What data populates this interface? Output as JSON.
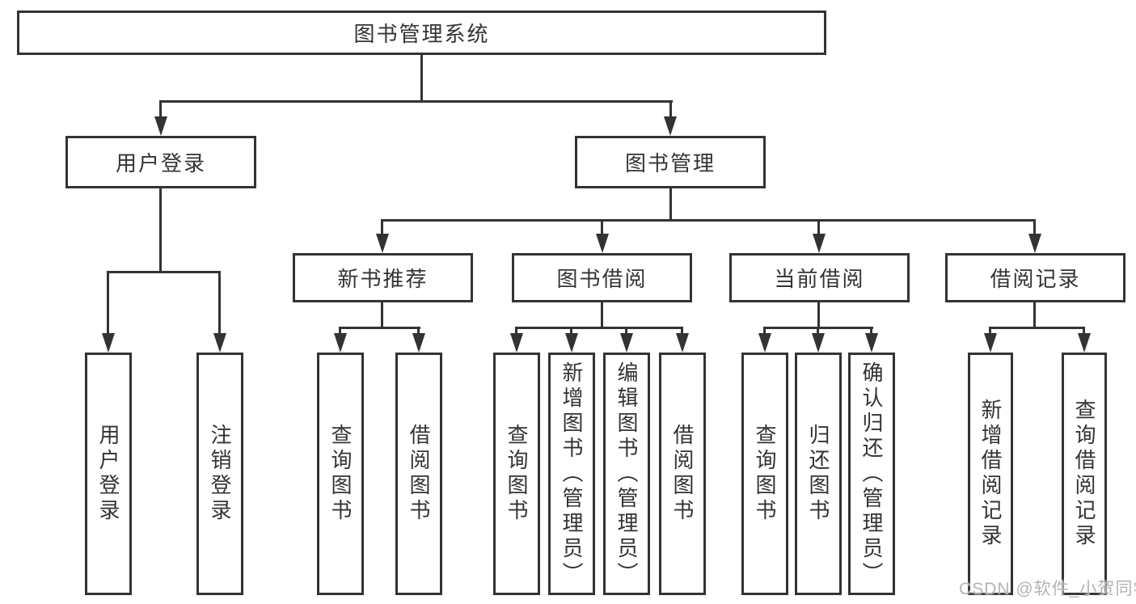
{
  "colors": {
    "line": "#333333",
    "text": "#333333",
    "box_background": "#ffffff",
    "watermark": "#b3b3b3"
  },
  "watermark": {
    "text": "CSDN @软件_小贺同学"
  },
  "diagram": {
    "title": "图书管理系统",
    "children": [
      {
        "label": "用户登录",
        "children": [
          {
            "label": "用户登录"
          },
          {
            "label": "注销登录"
          }
        ]
      },
      {
        "label": "图书管理",
        "children": [
          {
            "label": "新书推荐",
            "children": [
              {
                "label": "查询图书"
              },
              {
                "label": "借阅图书"
              }
            ]
          },
          {
            "label": "图书借阅",
            "children": [
              {
                "label": "查询图书"
              },
              {
                "label": "新增图书（管理员）"
              },
              {
                "label": "编辑图书（管理员）"
              },
              {
                "label": "借阅图书"
              }
            ]
          },
          {
            "label": "当前借阅",
            "children": [
              {
                "label": "查询图书"
              },
              {
                "label": "归还图书"
              },
              {
                "label": "确认归还（管理员）"
              }
            ]
          },
          {
            "label": "借阅记录",
            "children": [
              {
                "label": "新增借阅记录"
              },
              {
                "label": "查询借阅记录"
              }
            ]
          }
        ]
      }
    ]
  }
}
